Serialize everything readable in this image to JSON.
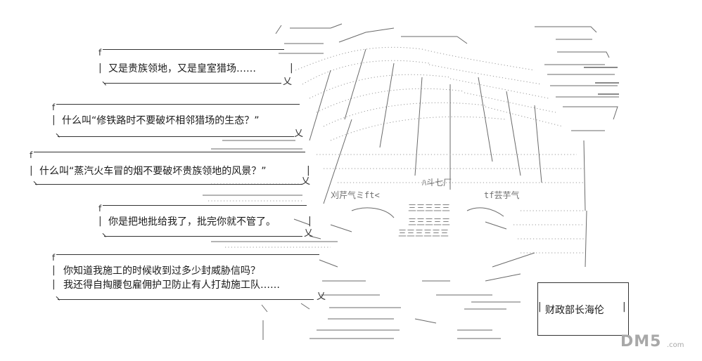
{
  "bubbles": [
    {
      "id": "b1",
      "lines": [
        "又是贵族领地，又是皇室猎场……"
      ]
    },
    {
      "id": "b2",
      "lines": [
        "什么叫“修铁路时不要破坏相邻猎场的生态？”"
      ]
    },
    {
      "id": "b3",
      "lines": [
        "什么叫“蒸汽火车冒的烟不要破坏贵族领地的风景？”"
      ]
    },
    {
      "id": "b4",
      "lines": [
        "你是把地批给我了，批完你就不管了。"
      ]
    },
    {
      "id": "b5",
      "lines": [
        "你知道我施工的时候收到过多少封威胁信吗？",
        "我还得自掏腰包雇佣护卫防止有人打劫施工队……"
      ]
    }
  ],
  "caption": {
    "text": "财政部长海伦"
  },
  "art_glyphs": {
    "g1": "刈芹气ミft<",
    "g2": "ﾊ斗七厂",
    "g3": "tf芸芋气",
    "g4": "三三三三三",
    "g5": "三三三三三",
    "g6": "三三三三三三"
  },
  "watermark": {
    "text": "DM5",
    "sub": ".com"
  }
}
